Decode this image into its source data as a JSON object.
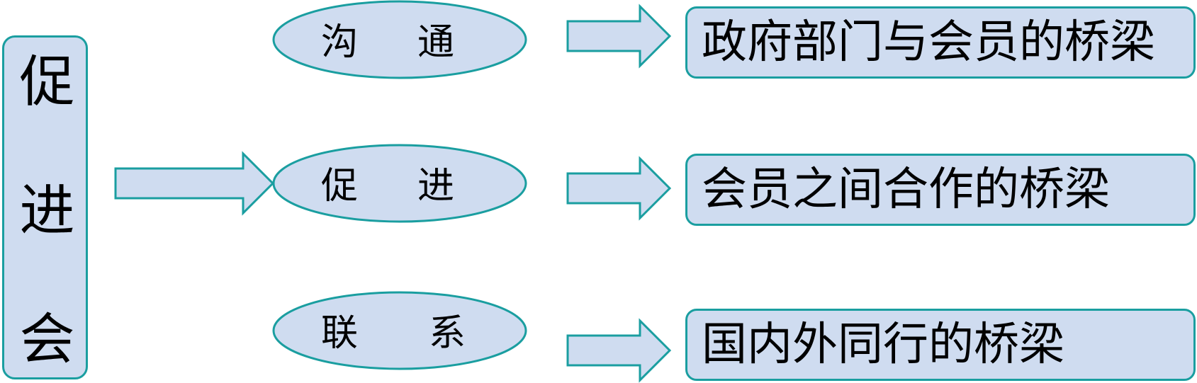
{
  "center": {
    "chars": [
      "促",
      "进",
      "会"
    ]
  },
  "roles": [
    {
      "chars": [
        "沟",
        "通"
      ],
      "result": "政府部门与会员的桥梁"
    },
    {
      "chars": [
        "促",
        "进"
      ],
      "result": "会员之间合作的桥梁"
    },
    {
      "chars": [
        "联",
        "系"
      ],
      "result": "国内外同行的桥梁"
    }
  ],
  "colors": {
    "fill": "#cfdcf0",
    "stroke": "#1a9ea0"
  }
}
